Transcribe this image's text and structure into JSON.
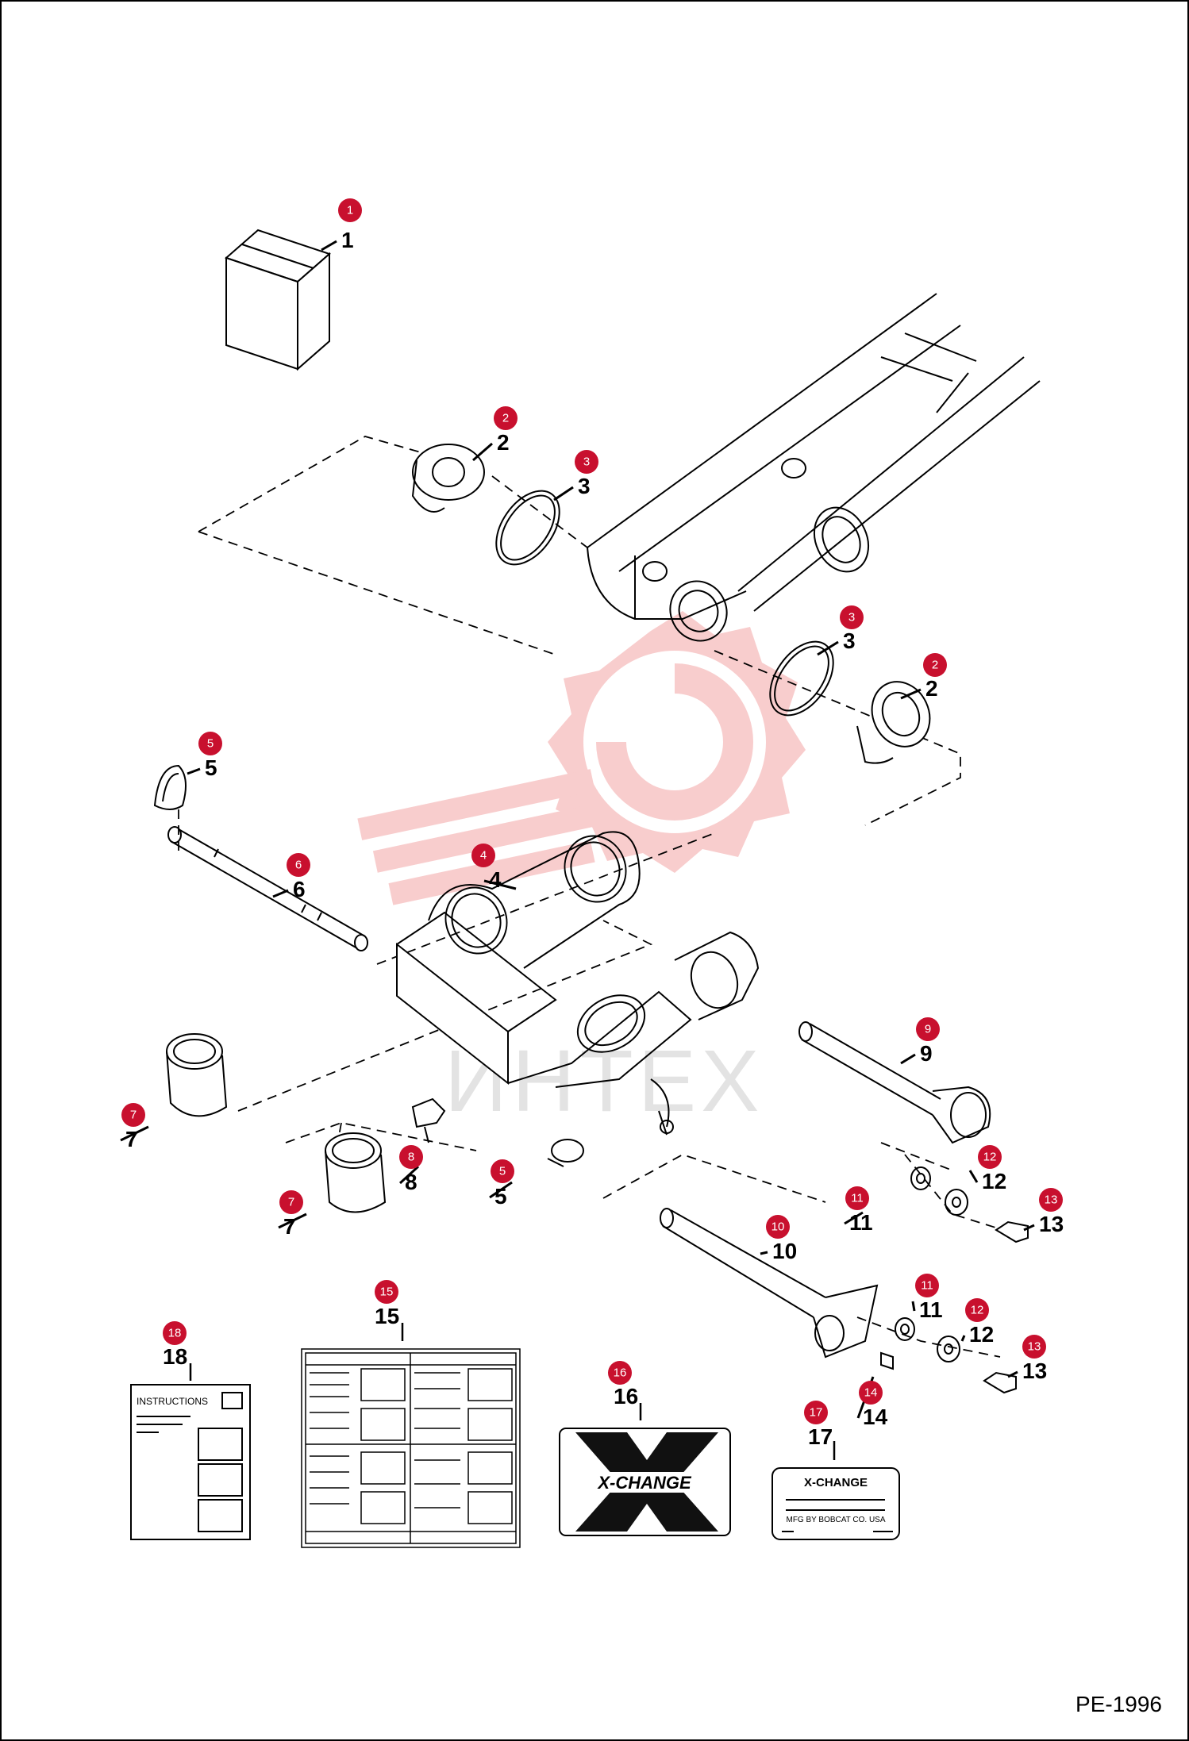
{
  "page_code": "PE-1996",
  "colors": {
    "callout": "#c8102e",
    "watermark": "#f3a4a4",
    "line": "#000000"
  },
  "watermark_text": "ИНТЕХ",
  "callouts": [
    {
      "num": "1",
      "part": "1"
    },
    {
      "num": "2",
      "part": "2"
    },
    {
      "num": "3",
      "part": "3"
    },
    {
      "num": "3",
      "part": "3"
    },
    {
      "num": "2",
      "part": "2"
    },
    {
      "num": "5",
      "part": "5"
    },
    {
      "num": "6",
      "part": "6"
    },
    {
      "num": "4",
      "part": "4"
    },
    {
      "num": "9",
      "part": "9"
    },
    {
      "num": "7",
      "part": "7"
    },
    {
      "num": "8",
      "part": "8"
    },
    {
      "num": "5",
      "part": "5"
    },
    {
      "num": "7",
      "part": "7"
    },
    {
      "num": "12",
      "part": "12"
    },
    {
      "num": "11",
      "part": "11"
    },
    {
      "num": "13",
      "part": "13"
    },
    {
      "num": "10",
      "part": "10"
    },
    {
      "num": "11",
      "part": "11"
    },
    {
      "num": "12",
      "part": "12"
    },
    {
      "num": "13",
      "part": "13"
    },
    {
      "num": "14",
      "part": "14"
    },
    {
      "num": "15",
      "part": "15"
    },
    {
      "num": "18",
      "part": "18"
    },
    {
      "num": "16",
      "part": "16"
    },
    {
      "num": "17",
      "part": "17"
    }
  ],
  "decals": {
    "instructions_title": "INSTRUCTIONS",
    "xchange_large": "X-CHANGE",
    "xchange_small_title": "X-CHANGE",
    "xchange_small_line": "MFG BY BOBCAT CO. USA"
  }
}
